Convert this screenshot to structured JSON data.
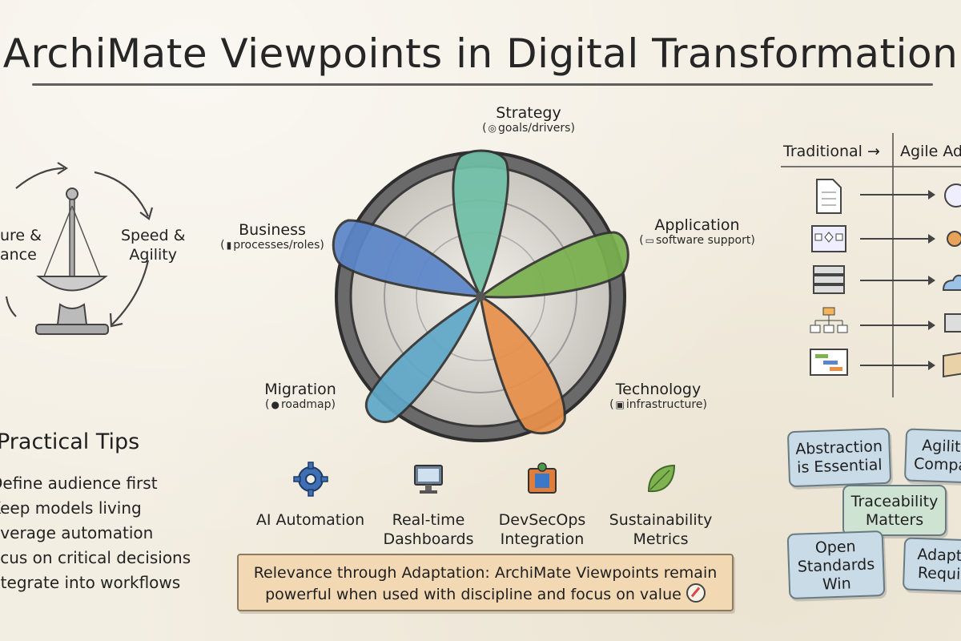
{
  "title": "ArchiMate Viewpoints in Digital Transformation",
  "balance": {
    "left_label": "ure &\nance",
    "right_label": "Speed &\nAgility"
  },
  "viewpoints": {
    "strategy": {
      "title": "Strategy",
      "subtitle": "goals/drivers",
      "color": "#6fbfa6"
    },
    "business": {
      "title": "Business",
      "subtitle": "processes/roles",
      "color": "#5b86c9"
    },
    "application": {
      "title": "Application",
      "subtitle": "software support",
      "color": "#79b04e"
    },
    "technology": {
      "title": "Technology",
      "subtitle": "infrastructure",
      "color": "#e8904a"
    },
    "migration": {
      "title": "Migration",
      "subtitle": "roadmap",
      "color": "#5fa8c8"
    }
  },
  "tips": {
    "heading": "Practical Tips",
    "items": [
      "Define audience first",
      "Keep models living",
      "everage automation",
      "ocus on critical decisions",
      "ntegrate into workflows"
    ]
  },
  "trends": [
    {
      "label": "AI Automation",
      "icon": "gear-icon"
    },
    {
      "label": "Real-time\nDashboards",
      "icon": "monitor-icon"
    },
    {
      "label": "DevSecOps\nIntegration",
      "icon": "devsecops-icon"
    },
    {
      "label": "Sustainability\nMetrics",
      "icon": "leaf-icon"
    }
  ],
  "banner": {
    "line1": "Relevance through Adaptation: ArchiMate Viewpoints remain",
    "line2": "powerful when used with discipline and focus on value"
  },
  "comparison": {
    "left_header": "Traditional →",
    "right_header": "Agile Ad",
    "rows": [
      "document-icon",
      "process-flow-icon",
      "server-icon",
      "org-chart-icon",
      "gantt-chart-icon"
    ]
  },
  "notes": [
    {
      "text": "Abstraction\nis Essential",
      "color": "#c9dbe7"
    },
    {
      "text": "Agilit\nCompa",
      "color": "#c9dbe7"
    },
    {
      "text": "Traceability\nMatters",
      "color": "#cfe3d2"
    },
    {
      "text": "Open\nStandards\nWin",
      "color": "#c9dbe7"
    },
    {
      "text": "Adapt\nRequi",
      "color": "#c9dbe7"
    }
  ]
}
